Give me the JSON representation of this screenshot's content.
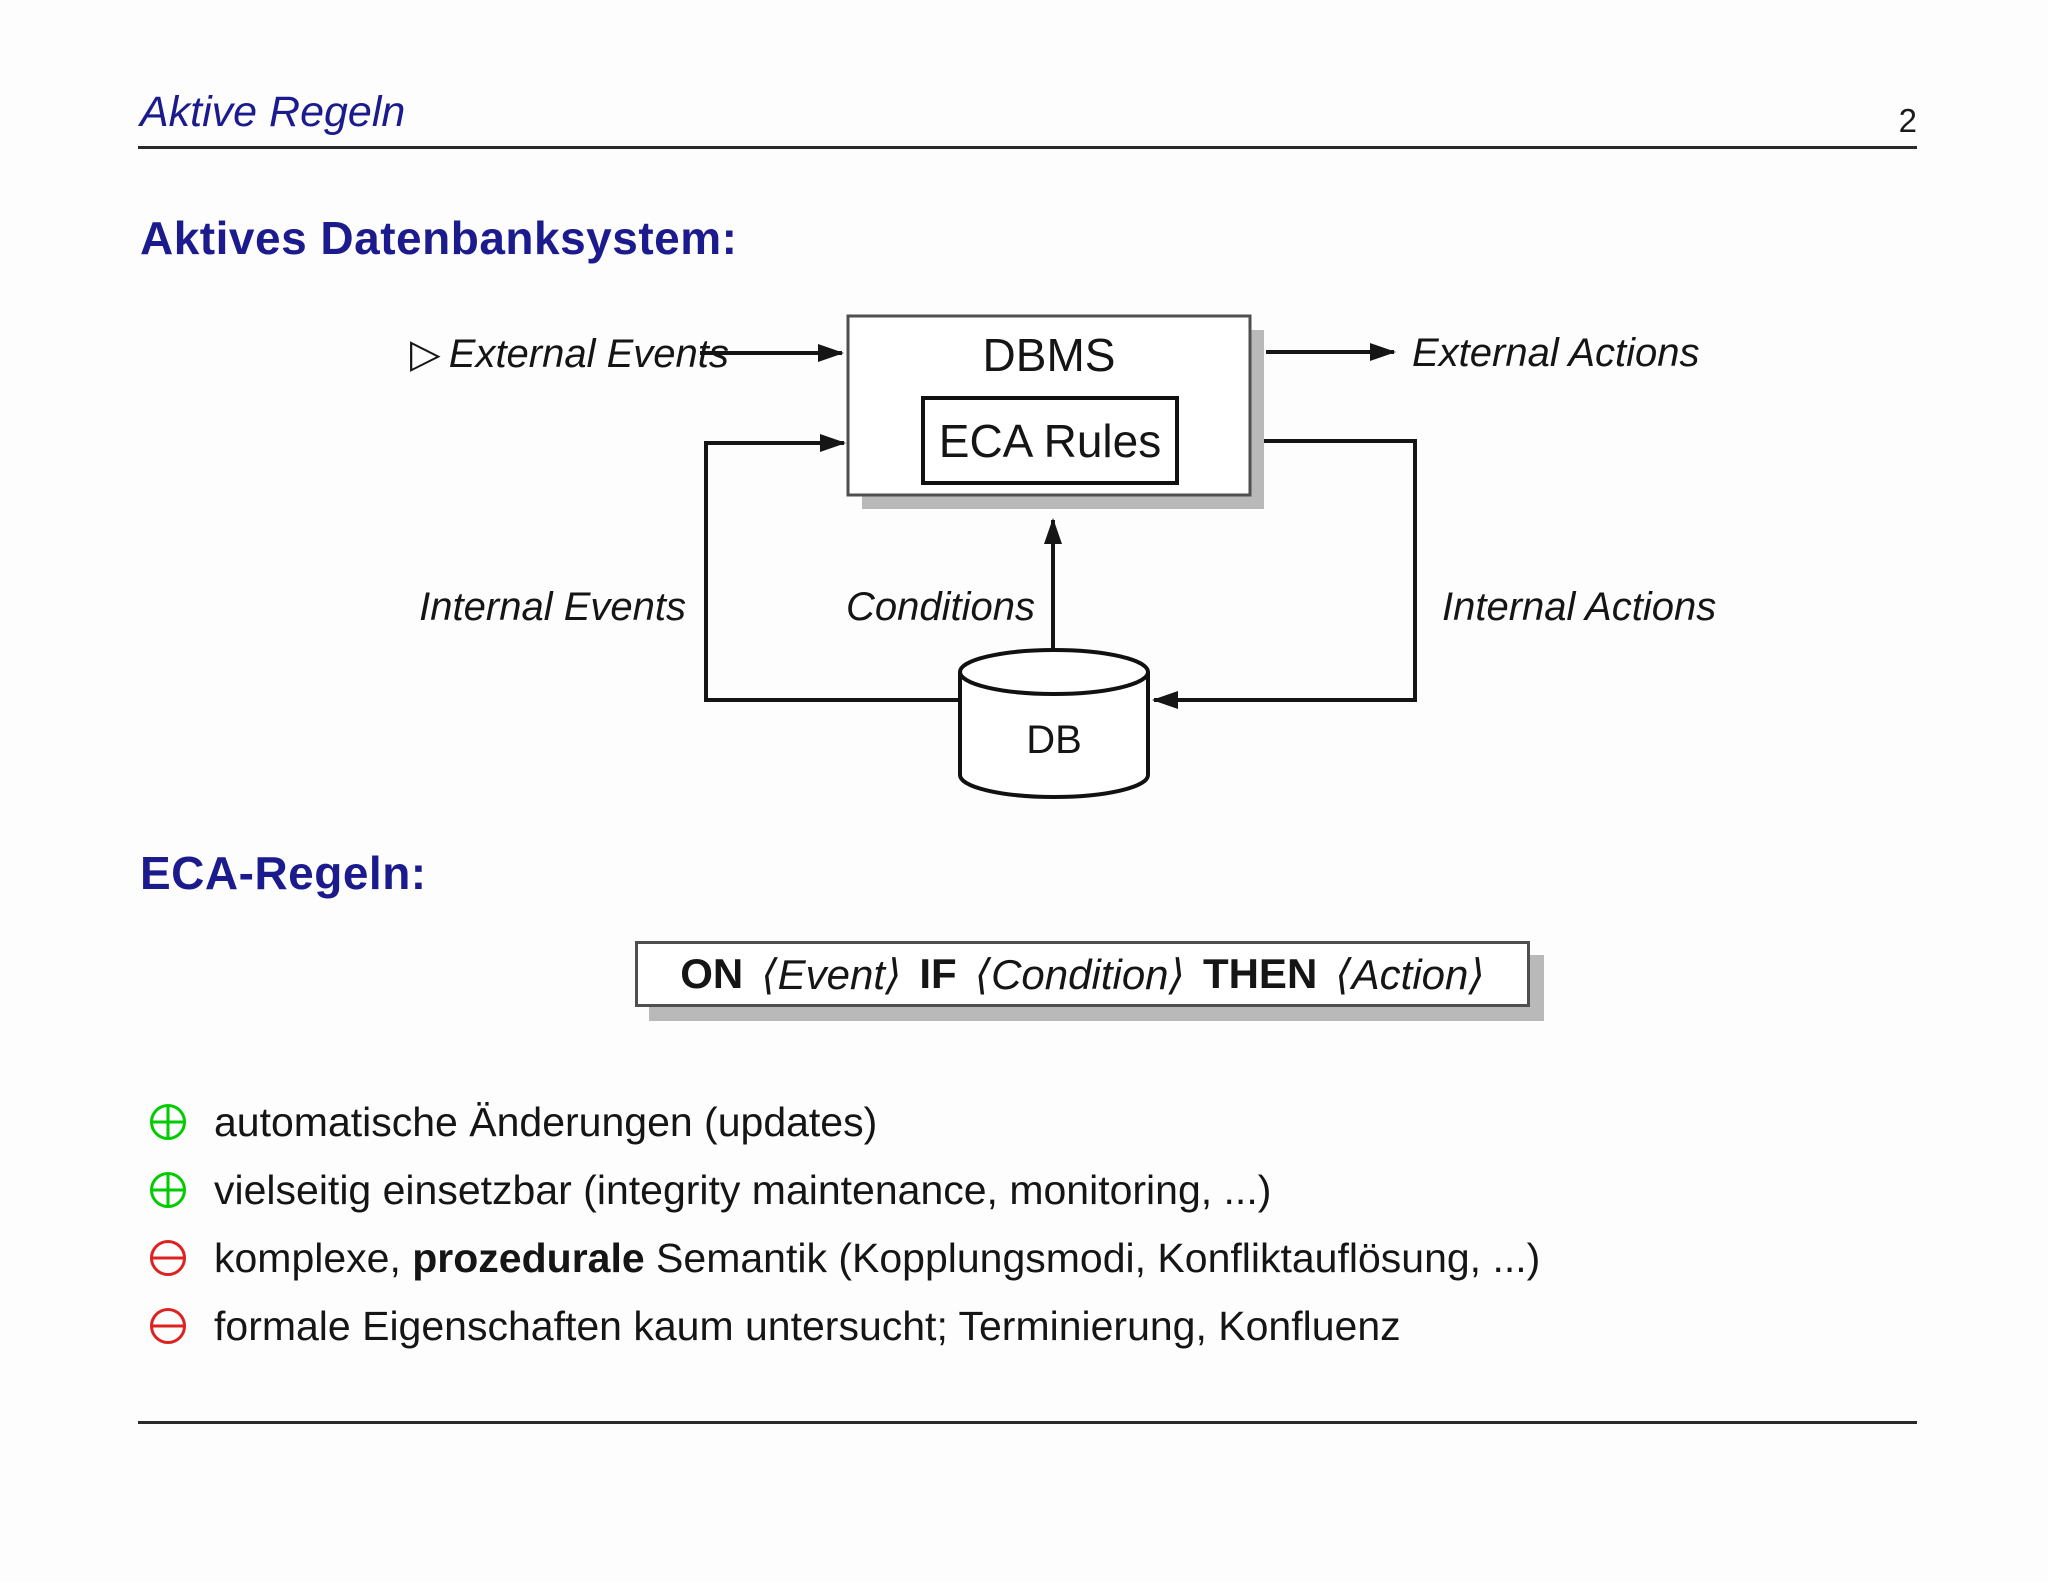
{
  "header": {
    "title": "Aktive Regeln",
    "page_number": "2"
  },
  "section1": {
    "heading": "Aktives Datenbanksystem:"
  },
  "diagram": {
    "dbms_label": "DBMS",
    "eca_rules_label": "ECA Rules",
    "db_label": "DB",
    "external_events_marker": "▷",
    "external_events": "External Events",
    "external_actions": "External Actions",
    "internal_events": "Internal Events",
    "conditions": "Conditions",
    "internal_actions": "Internal Actions"
  },
  "section2": {
    "heading": "ECA-Regeln:"
  },
  "eca_rule": {
    "on": "ON",
    "event": "⟨Event⟩",
    "if": "IF",
    "condition": "⟨Condition⟩",
    "then": "THEN",
    "action": "⟨Action⟩"
  },
  "bullets": [
    {
      "sign": "plus",
      "pre": "automatische Änderungen (updates)",
      "bold": "",
      "post": ""
    },
    {
      "sign": "plus",
      "pre": "vielseitig einsetzbar (integrity maintenance, monitoring, ...)",
      "bold": "",
      "post": ""
    },
    {
      "sign": "minus",
      "pre": "komplexe, ",
      "bold": "prozedurale",
      "post": " Semantik (Kopplungsmodi, Konfliktauflösung, ...)"
    },
    {
      "sign": "minus",
      "pre": "formale Eigenschaften kaum untersucht; Terminierung, Konfluenz",
      "bold": "",
      "post": ""
    }
  ],
  "colors": {
    "heading_blue": "#1b1b8e",
    "plus_green": "#00cc00",
    "minus_red": "#dd2222",
    "shadow_gray": "#b9b9b9",
    "box_border_gray": "#4f4f4f",
    "line_black": "#151515",
    "page_background": "#fdfdfd"
  }
}
